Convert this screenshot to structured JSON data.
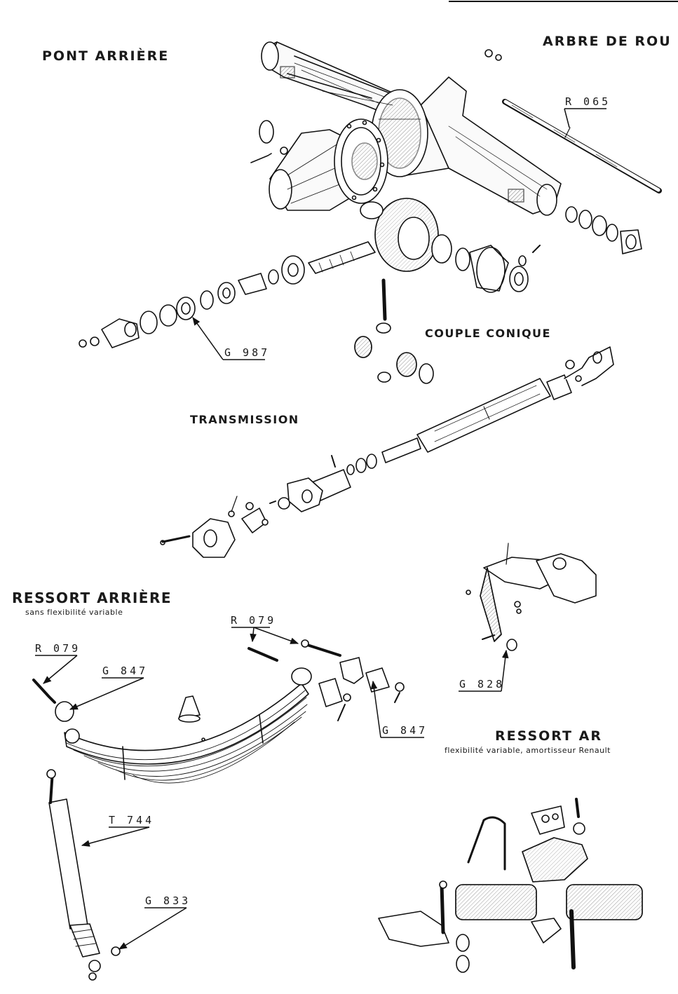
{
  "sections": {
    "pont_arriere": "PONT ARRIÈRE",
    "arbre_de_roue": "ARBRE DE ROU",
    "couple_conique": "COUPLE CONIQUE",
    "transmission": "TRANSMISSION",
    "ressort_arriere": "RESSORT ARRIÈRE",
    "ressort_arriere_sub": "sans flexibilité variable",
    "ressort_ar": "RESSORT AR",
    "ressort_ar_sub": "flexibilité variable, amortisseur Renault"
  },
  "refs": {
    "r065": "R 065",
    "g987": "G 987",
    "r079_top": "R 079",
    "r079_left": "R 079",
    "g847_left": "G 847",
    "g847_right": "G 847",
    "g828": "G 828",
    "t744": "T 744",
    "g833": "G 833"
  }
}
